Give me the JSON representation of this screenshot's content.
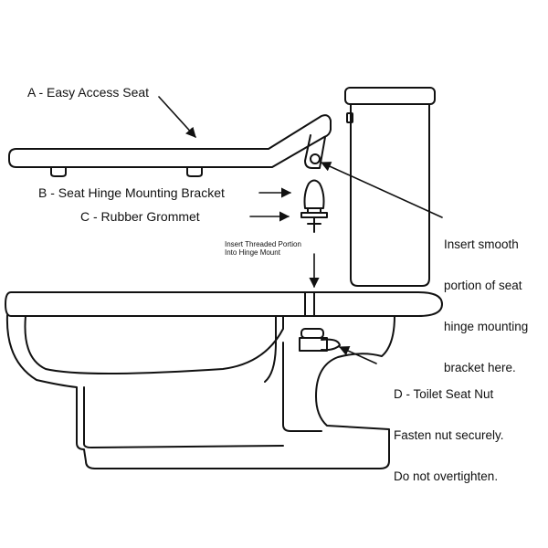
{
  "labels": {
    "seat": "A - Easy Access Seat",
    "bracket": "B - Seat Hinge Mounting Bracket",
    "grommet": "C - Rubber Grommet",
    "threaded": [
      "Insert Threaded Portion",
      "Into Hinge Mount"
    ],
    "smooth": [
      "Insert smooth",
      "portion of seat",
      "hinge mounting",
      "bracket here."
    ],
    "nut": [
      "D - Toilet Seat Nut",
      "Fasten nut securely.",
      "Do not overtighten."
    ]
  },
  "colors": {
    "line": "#111111",
    "background": "#ffffff"
  }
}
